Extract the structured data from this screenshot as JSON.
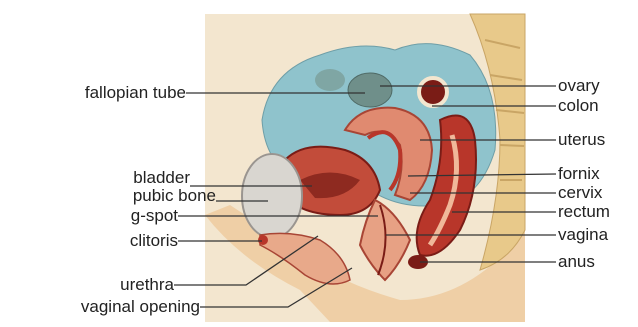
{
  "diagram": {
    "left_labels": [
      "fallopian tube",
      "bladder",
      "pubic bone",
      "g-spot",
      "clitoris",
      "urethra",
      "vaginal opening"
    ],
    "right_labels": [
      "ovary",
      "colon",
      "uterus",
      "fornix",
      "cervix",
      "rectum",
      "vagina",
      "anus"
    ]
  },
  "colors": {
    "background": "#ffffff",
    "cream": "#f1e2c8",
    "blue_cavity": "#8fc3cc",
    "flesh": "#e9b48a",
    "red": "#b8362a",
    "dark_red": "#7a1c16",
    "spine": "#e8c98a",
    "leader": "#333333"
  }
}
